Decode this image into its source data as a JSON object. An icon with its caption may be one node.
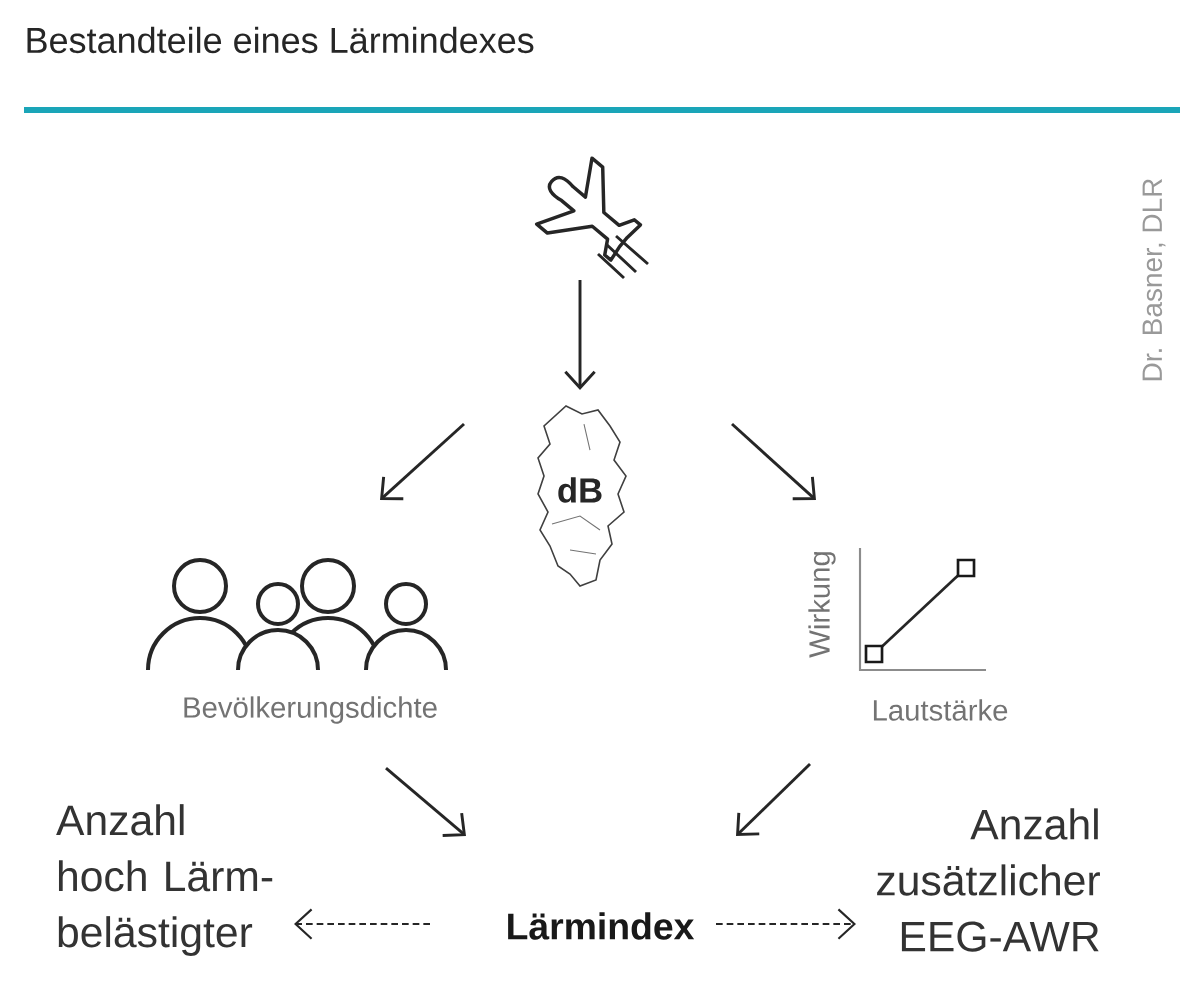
{
  "diagram": {
    "title": "Bestandteile eines Lärmindexes",
    "nodes": [
      {
        "text": [],
        "shape": "picture"
      },
      {
        "text": [
          "dB"
        ]
      },
      {
        "text": [],
        "shape": "picture",
        "beside": [
          "Bevölkerungsdichte"
        ]
      },
      {
        "text": [],
        "shape": "picture",
        "beside": [
          "Wirkung",
          "Lautstärke"
        ]
      },
      {
        "text": [
          "Lärmindex"
        ]
      },
      {
        "text": [
          "Anzahl hoch Lärm-belästigter"
        ]
      },
      {
        "text": [
          "Anzahl zusätzlicher EEG-AWR"
        ]
      }
    ],
    "edges": [
      {
        "from": 0,
        "to": 1,
        "arrow": "to"
      },
      {
        "from": 1,
        "to": 2,
        "arrow": "to"
      },
      {
        "from": 1,
        "to": 3,
        "arrow": "to"
      },
      {
        "from": 2,
        "to": 4,
        "arrow": "to"
      },
      {
        "from": 3,
        "to": 4,
        "arrow": "to"
      },
      {
        "from": 4,
        "to": 5,
        "arrow": "to",
        "style": "dashed"
      },
      {
        "from": 4,
        "to": 6,
        "arrow": "to",
        "style": "dashed"
      }
    ],
    "labels": [
      "Dr. Basner, DLR"
    ]
  }
}
